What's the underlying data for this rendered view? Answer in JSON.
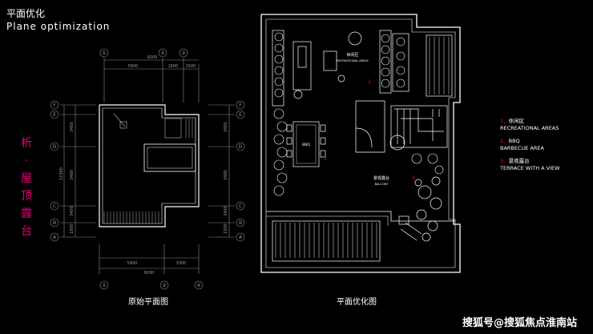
{
  "header": {
    "title_cn": "平面优化",
    "title_en": "Plane optimization"
  },
  "side_title": [
    "析",
    "·",
    "屋",
    "顶",
    "露",
    "台"
  ],
  "captions": {
    "original": "原始平面图",
    "optimized": "平面优化图"
  },
  "left_plan": {
    "grid_cols": [
      "①",
      "②",
      "③",
      "④"
    ],
    "grid_rows": [
      "F",
      "E",
      "D",
      "C",
      "B",
      "A"
    ],
    "dims_top": [
      "9200",
      "5900",
      "1800",
      "1500"
    ],
    "dims_bottom": [
      "5900",
      "3300",
      "9200"
    ],
    "dims_left": [
      "3450",
      "3400",
      "12300",
      "3400",
      "1800",
      "1500"
    ]
  },
  "right_plan": {
    "room_labels": [
      "休闲区",
      "RECREATIONAL AREAS",
      "BBQ",
      "景观露台",
      "BALCONY"
    ],
    "markers": [
      "1",
      "2",
      "3"
    ]
  },
  "legend": [
    {
      "num": "1",
      "cn": "休闲区",
      "en": "RECREATIONAL AREAS"
    },
    {
      "num": "2",
      "cn": "BBQ",
      "en": "BARBECUE AREA"
    },
    {
      "num": "3",
      "cn": "景观露台",
      "en": "TERRACE WITH A VIEW"
    }
  ],
  "watermark": "搜狐号@搜狐焦点淮南站",
  "colors": {
    "background": "#000000",
    "accent": "#e6007a",
    "line": "#ffffff",
    "dim": "#9a9a9a"
  }
}
